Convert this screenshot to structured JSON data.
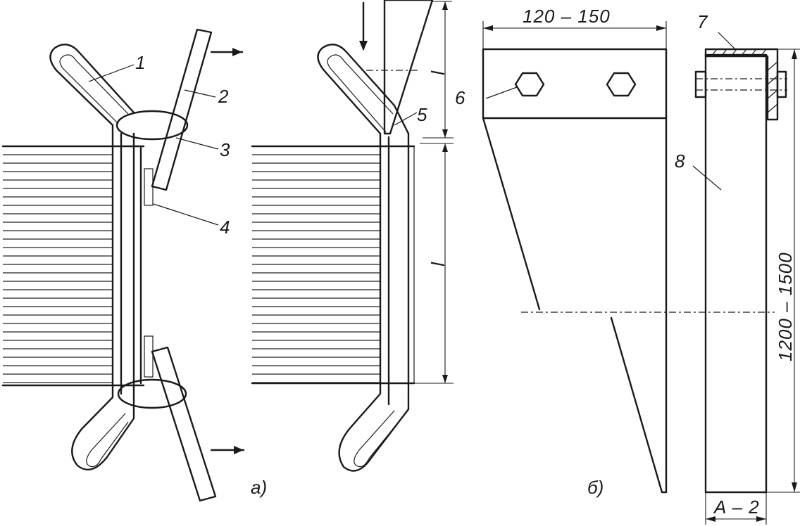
{
  "labels": {
    "l1": "1",
    "l2": "2",
    "l3": "3",
    "l4": "4",
    "l5": "5",
    "l6": "6",
    "l7": "7",
    "l8": "8"
  },
  "dimensions": {
    "width_range": "120 – 150",
    "length_range": "1200 – 1500",
    "thickness": "A – 2",
    "l_short": "l",
    "l_long": "l"
  },
  "captions": {
    "a": "a)",
    "b": "б)"
  }
}
